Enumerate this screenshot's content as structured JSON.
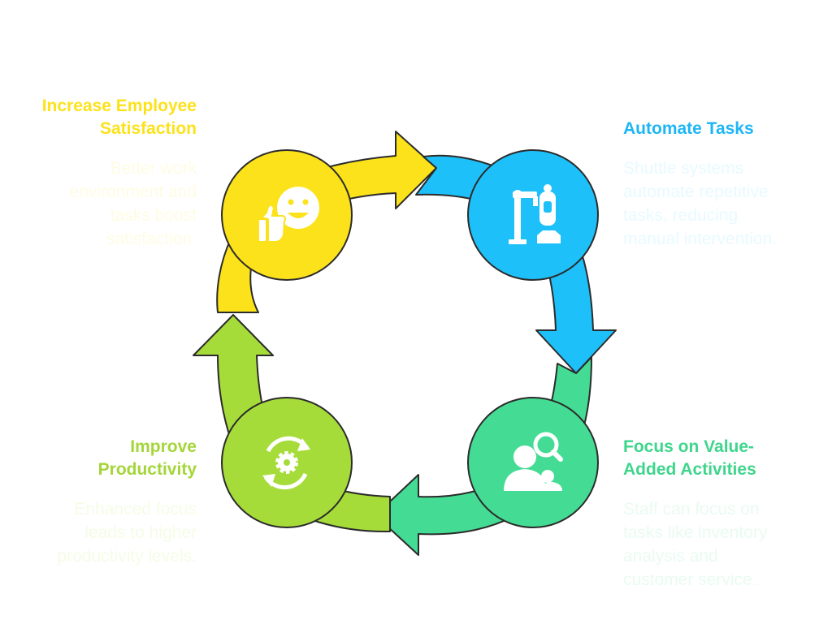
{
  "colors": {
    "yellow": "#FCE21B",
    "blue": "#1EC0F9",
    "green": "#44DC94",
    "lime": "#A6DC3A",
    "stroke": "#2B2B2B",
    "icon": "#FFFFFF",
    "title_yellow": "#FCE21B",
    "title_blue": "#1EB6F4",
    "title_green": "#3FD58C",
    "title_lime": "#A4D63A",
    "desc_yellow": "#FFFCE3",
    "desc_blue": "#E8FAFF",
    "desc_green": "#E9FBF2",
    "desc_lime": "#F5FCE6"
  },
  "steps": {
    "satisfaction": {
      "title_line1": "Increase Employee",
      "title_line2": "Satisfaction",
      "desc_lines": [
        "Better work",
        "environment and",
        "tasks boost",
        "satisfaction."
      ],
      "icon": "thumbs-up-smiley-icon"
    },
    "automate": {
      "title_line1": "Automate Tasks",
      "desc_lines": [
        "Shuttle systems",
        "automate repetitive",
        "tasks, reducing",
        "manual intervention."
      ],
      "icon": "robot-arm-icon"
    },
    "focus": {
      "title_line1": "Focus on Value-",
      "title_line2": "Added Activities",
      "desc_lines": [
        "Staff can focus on",
        "tasks like inventory",
        "analysis and",
        "customer service."
      ],
      "icon": "user-search-icon"
    },
    "productivity": {
      "title_line1": "Improve",
      "title_line2": "Productivity",
      "desc_lines": [
        "Enhanced focus",
        "leads to higher",
        "productivity levels."
      ],
      "icon": "gear-refresh-icon"
    }
  }
}
